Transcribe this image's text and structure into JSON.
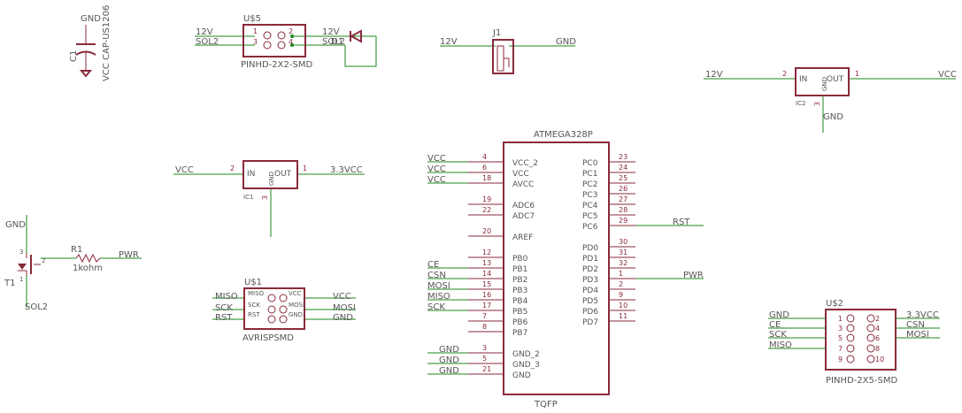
{
  "colors": {
    "wire": "#1a8a1a",
    "symbol": "#8a2a3a",
    "text": "#555555",
    "background": "#ffffff"
  },
  "c1": {
    "name": "C1",
    "value": "CAP-US1206",
    "net_top": "GND",
    "net_bottom": "VCC"
  },
  "u5": {
    "name": "U$5",
    "value": "PINHD-2X2-SMD",
    "pins": [
      "1",
      "2",
      "3",
      "4"
    ],
    "left_nets": [
      "12V",
      "SOL2"
    ],
    "right_nets": [
      "12V",
      "SOL2"
    ],
    "diode_label": "D1"
  },
  "j1": {
    "name": "J1",
    "net_left": "12V",
    "net_right": "GND"
  },
  "ic2": {
    "name": "IC2",
    "in_label": "IN",
    "out_label": "OUT",
    "gnd_label": "GND",
    "pin_in": "2",
    "pin_out": "1",
    "pin_gnd": "3",
    "net_in": "12V",
    "net_out": "VCC",
    "net_gnd": "GND"
  },
  "ic1": {
    "name": "IC1",
    "in_label": "IN",
    "out_label": "OUT",
    "gnd_label": "GND",
    "pin_in": "2",
    "pin_out": "1",
    "pin_gnd": "3",
    "net_in": "VCC",
    "net_out": "3.3VCC"
  },
  "t1": {
    "name": "T1",
    "net_top": "GND",
    "net_bottom": "SOL2",
    "pins": [
      "3",
      "1",
      "2"
    ]
  },
  "r1": {
    "name": "R1",
    "value": "1kohm",
    "net": "PWR"
  },
  "u1": {
    "name": "U$1",
    "value": "AVRISPSMD",
    "left_labels": [
      "MISO",
      "SCK",
      "RST"
    ],
    "right_labels": [
      "VCC",
      "MOSI",
      "GND"
    ],
    "left_nets": [
      "MISO",
      "SCK",
      "RST"
    ],
    "right_nets": [
      "VCC",
      "MOSI",
      "GND"
    ]
  },
  "mcu": {
    "name": "ATMEGA328P",
    "package": "TQFP",
    "left_pins": [
      {
        "net": "VCC",
        "num": "4",
        "name": "VCC_2"
      },
      {
        "net": "VCC",
        "num": "6",
        "name": "VCC"
      },
      {
        "net": "VCC",
        "num": "18",
        "name": "AVCC"
      },
      {
        "net": "",
        "num": "19",
        "name": "ADC6"
      },
      {
        "net": "",
        "num": "22",
        "name": "ADC7"
      },
      {
        "net": "",
        "num": "20",
        "name": "AREF"
      },
      {
        "net": "",
        "num": "12",
        "name": "PB0"
      },
      {
        "net": "CE",
        "num": "13",
        "name": "PB1"
      },
      {
        "net": "CSN",
        "num": "14",
        "name": "PB2"
      },
      {
        "net": "MOSI",
        "num": "15",
        "name": "PB3"
      },
      {
        "net": "MISO",
        "num": "16",
        "name": "PB4"
      },
      {
        "net": "SCK",
        "num": "17",
        "name": "PB5"
      },
      {
        "net": "",
        "num": "7",
        "name": "PB6"
      },
      {
        "net": "",
        "num": "8",
        "name": "PB7"
      },
      {
        "net": "GND",
        "num": "3",
        "name": "GND_2"
      },
      {
        "net": "GND",
        "num": "5",
        "name": "GND_3"
      },
      {
        "net": "GND",
        "num": "21",
        "name": "GND"
      }
    ],
    "right_pins": [
      {
        "net": "",
        "num": "23",
        "name": "PC0"
      },
      {
        "net": "",
        "num": "24",
        "name": "PC1"
      },
      {
        "net": "",
        "num": "25",
        "name": "PC2"
      },
      {
        "net": "",
        "num": "26",
        "name": "PC3"
      },
      {
        "net": "",
        "num": "27",
        "name": "PC4"
      },
      {
        "net": "",
        "num": "28",
        "name": "PC5"
      },
      {
        "net": "RST",
        "num": "29",
        "name": "PC6"
      },
      {
        "net": "",
        "num": "30",
        "name": "PD0"
      },
      {
        "net": "",
        "num": "31",
        "name": "PD1"
      },
      {
        "net": "",
        "num": "32",
        "name": "PD2"
      },
      {
        "net": "PWR",
        "num": "1",
        "name": "PD3"
      },
      {
        "net": "",
        "num": "2",
        "name": "PD4"
      },
      {
        "net": "",
        "num": "9",
        "name": "PD5"
      },
      {
        "net": "",
        "num": "10",
        "name": "PD6"
      },
      {
        "net": "",
        "num": "11",
        "name": "PD7"
      }
    ]
  },
  "u2": {
    "name": "U$2",
    "value": "PINHD-2X5-SMD",
    "left_nets": [
      "GND",
      "CE",
      "SCK",
      "MISO",
      ""
    ],
    "right_nets": [
      "3.3VCC",
      "CSN",
      "MOSI",
      "",
      ""
    ],
    "left_pins": [
      "1",
      "3",
      "5",
      "7",
      "9"
    ],
    "right_pins": [
      "2",
      "4",
      "6",
      "8",
      "10"
    ]
  }
}
